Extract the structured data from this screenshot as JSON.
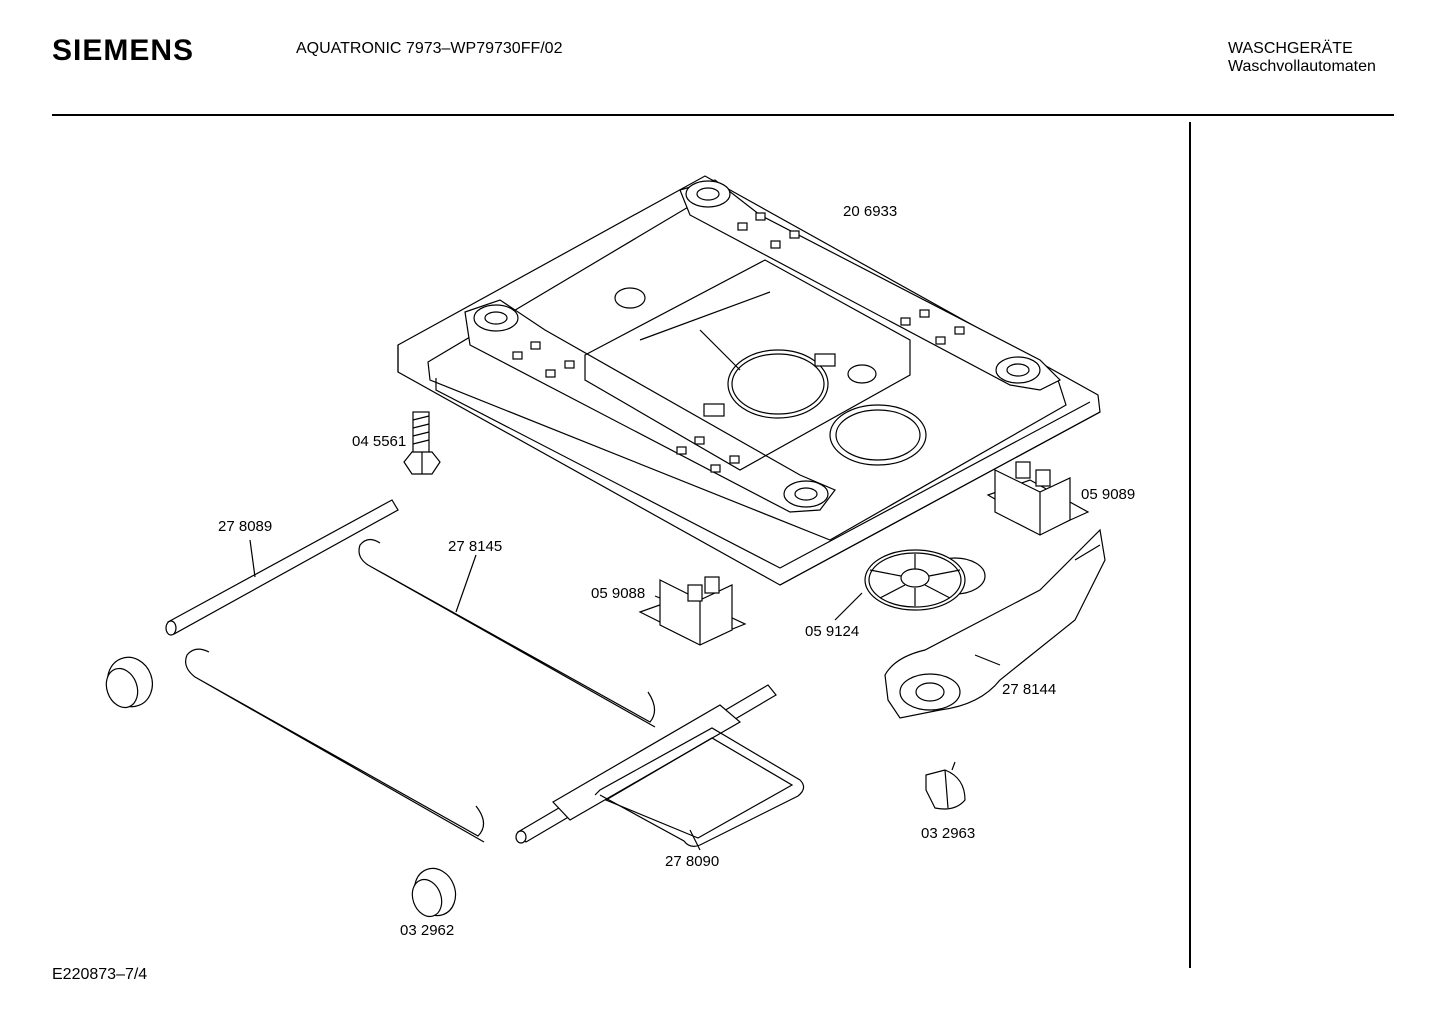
{
  "header": {
    "brand": "SIEMENS",
    "model": "AQUATRONIC 7973–WP79730FF/02",
    "category_line1": "WASCHGERÄTE",
    "category_line2": "Waschvollautomaten"
  },
  "footer": {
    "document_id": "E220873–7/4"
  },
  "parts": [
    {
      "id": "base-plate",
      "number": "20 6933"
    },
    {
      "id": "bolt",
      "number": "04 5561"
    },
    {
      "id": "clip-right",
      "number": "05 9089"
    },
    {
      "id": "rod-short",
      "number": "27 8089"
    },
    {
      "id": "spring-wire",
      "number": "27 8145"
    },
    {
      "id": "clip-left",
      "number": "05 9088"
    },
    {
      "id": "wheel",
      "number": "05 9124"
    },
    {
      "id": "foot-arm",
      "number": "27 8144"
    },
    {
      "id": "frame-bracket",
      "number": "27 8090"
    },
    {
      "id": "cap",
      "number": "03 2963"
    },
    {
      "id": "roller",
      "number": "03 2962"
    }
  ]
}
